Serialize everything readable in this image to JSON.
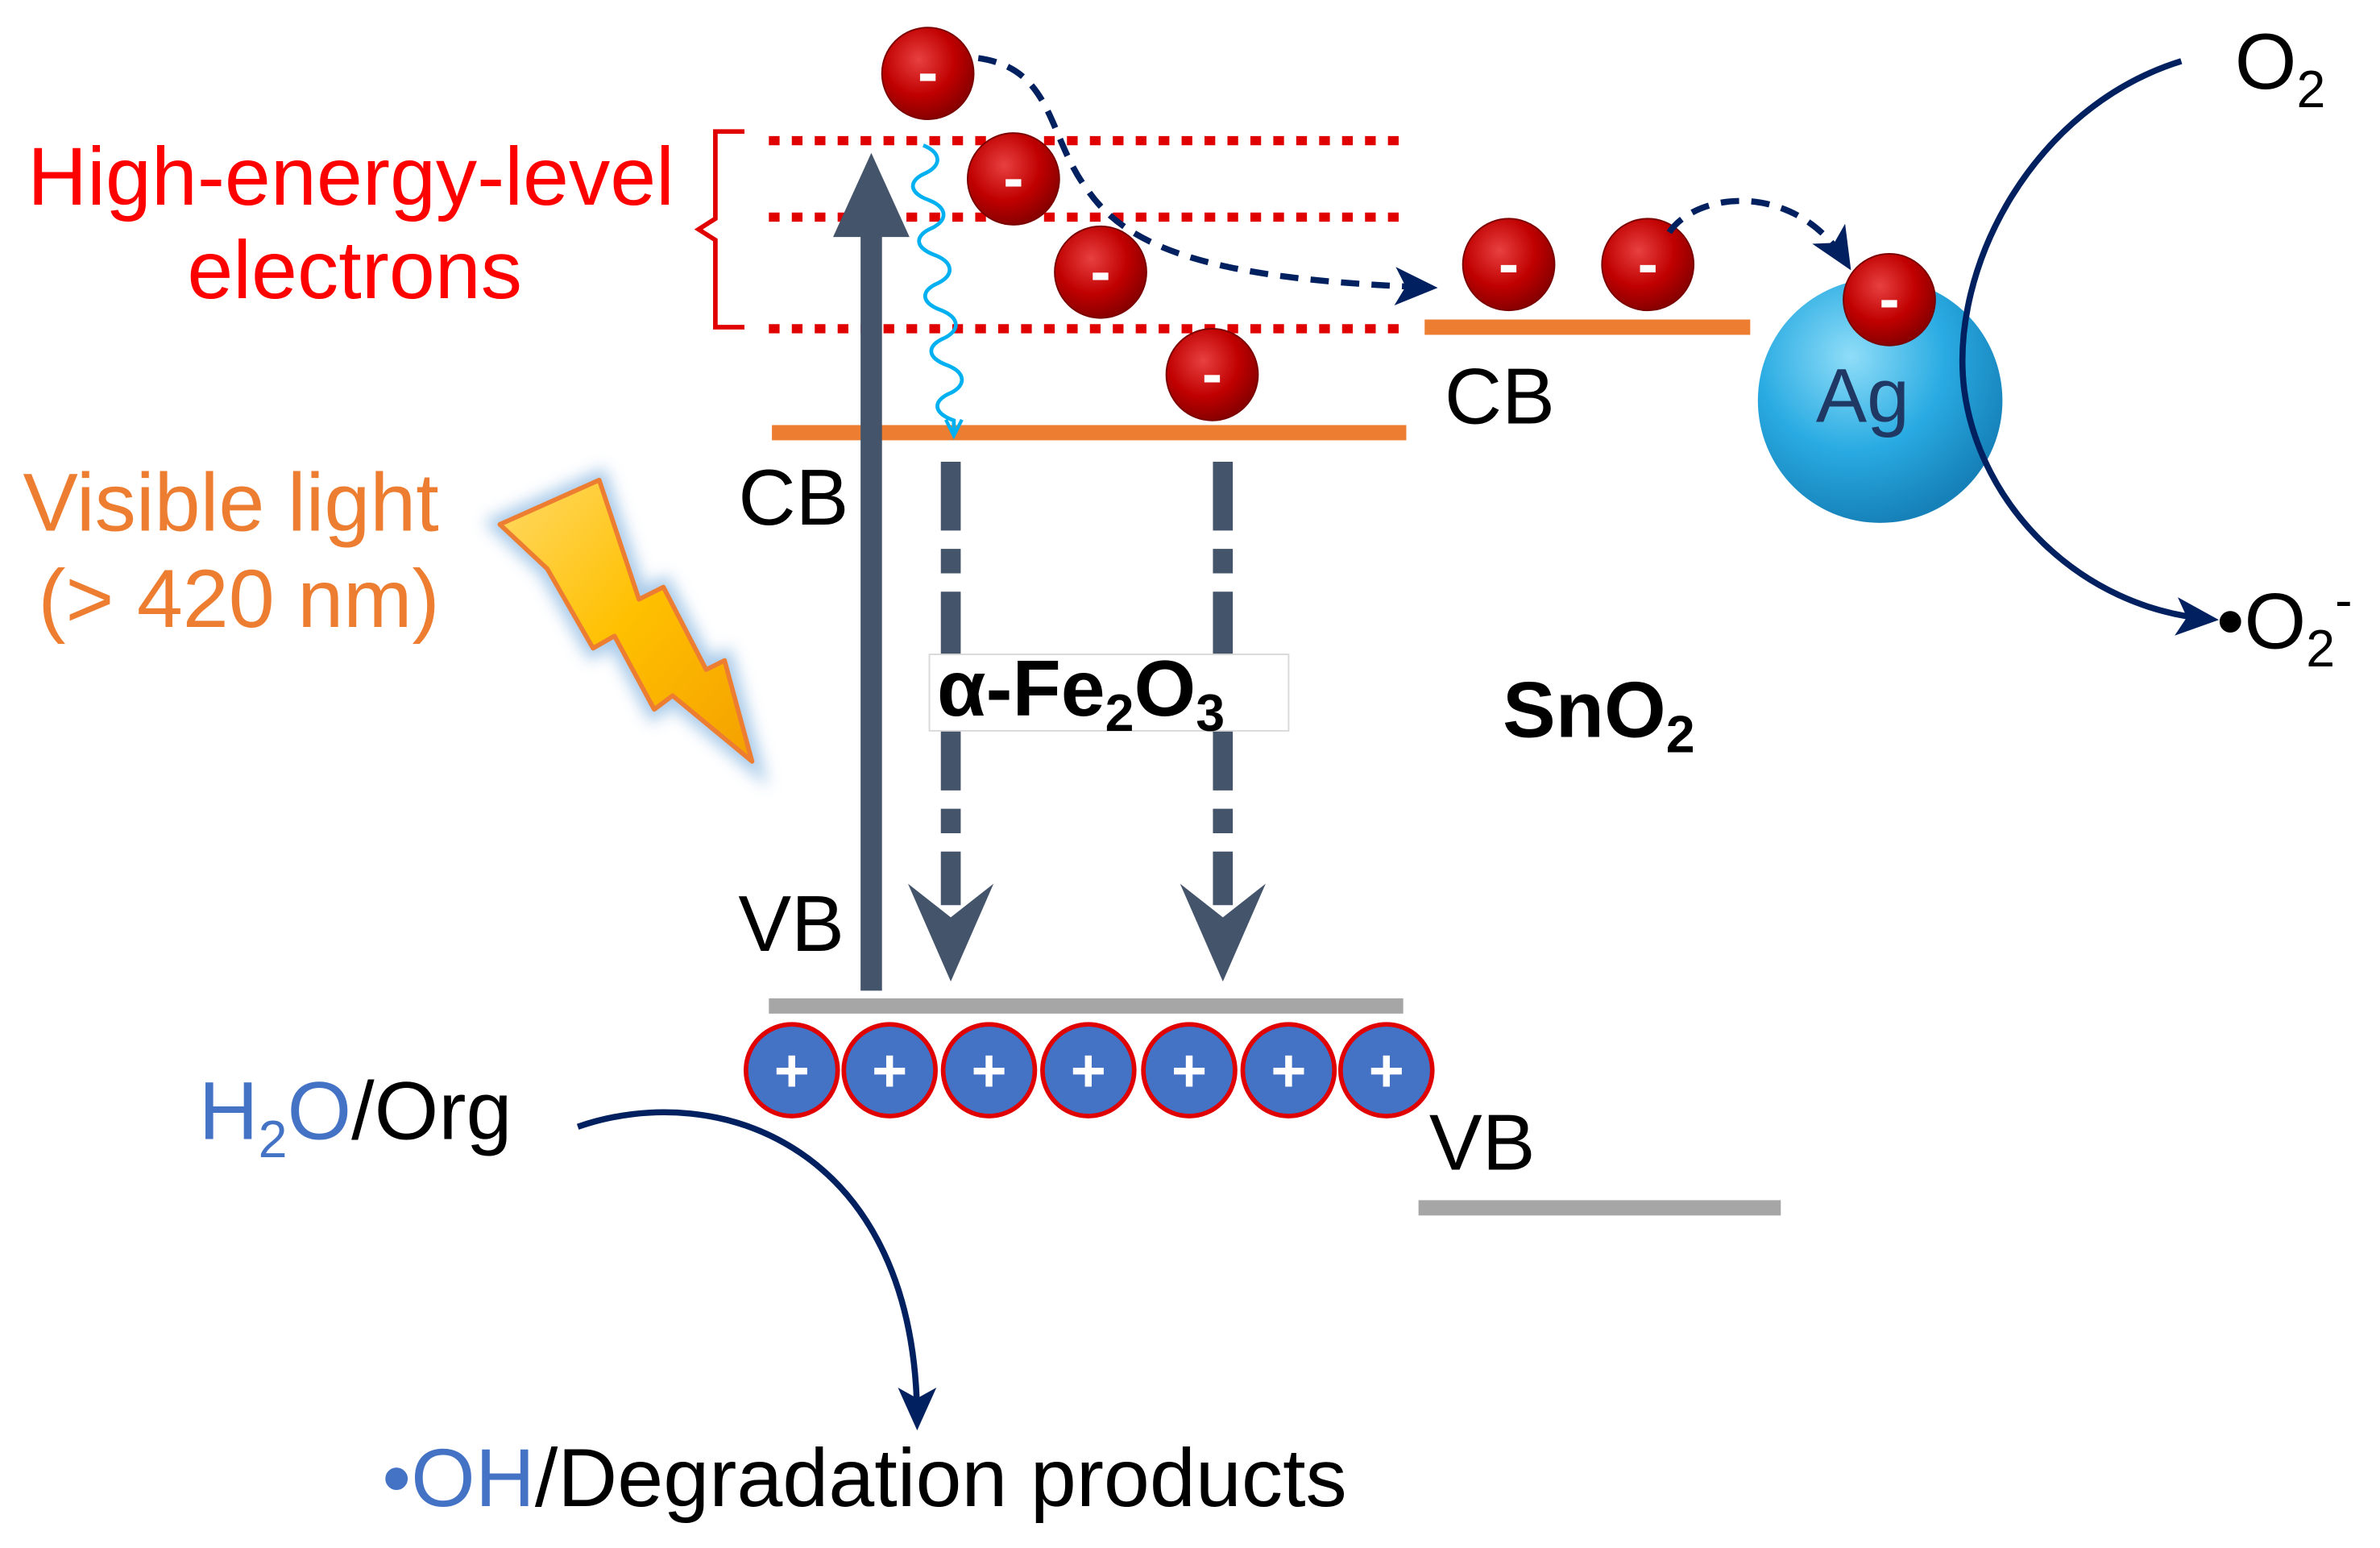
{
  "energy_levels": {
    "label_line1": "High-energy-level",
    "label_line2": "electrons"
  },
  "light": {
    "line1": "Visible light",
    "line2": "(> 420 nm)"
  },
  "fe2o3": {
    "name_prefix": "α-Fe",
    "sub_fe": "2",
    "name_o": "O",
    "sub_o": "3",
    "cb_label": "CB",
    "vb_label": "VB"
  },
  "sno2": {
    "name": "SnO",
    "sub": "2",
    "cb_label": "CB",
    "vb_label": "VB"
  },
  "ag": {
    "label": "Ag"
  },
  "oxygen": {
    "reactant": "O",
    "reactant_sub": "2",
    "product": "•O",
    "product_sub": "2",
    "product_sup": "-"
  },
  "water": {
    "h": "H",
    "sub": "2",
    "o": "O",
    "rest": "/Org"
  },
  "products": {
    "radical": "•OH",
    "rest": "/Degradation products"
  },
  "carriers": {
    "electron_symbol": "-",
    "hole_symbol": "+"
  },
  "colors": {
    "label_red": "#FF0000",
    "dotted_red": "#E00000",
    "light_orange": "#ED7D31",
    "band_orange": "#ED7D31",
    "band_grey": "#A6A6A6",
    "species_blue": "#4472C4",
    "transfer_navy": "#002060",
    "arrow_slate": "#44546A",
    "relaxation_cyan": "#00B0F0",
    "electron_red": "#C00000",
    "hole_blue": "#4472C4",
    "ag_blue": "#29ABE2",
    "bolt_yellow": "#FFC000"
  }
}
